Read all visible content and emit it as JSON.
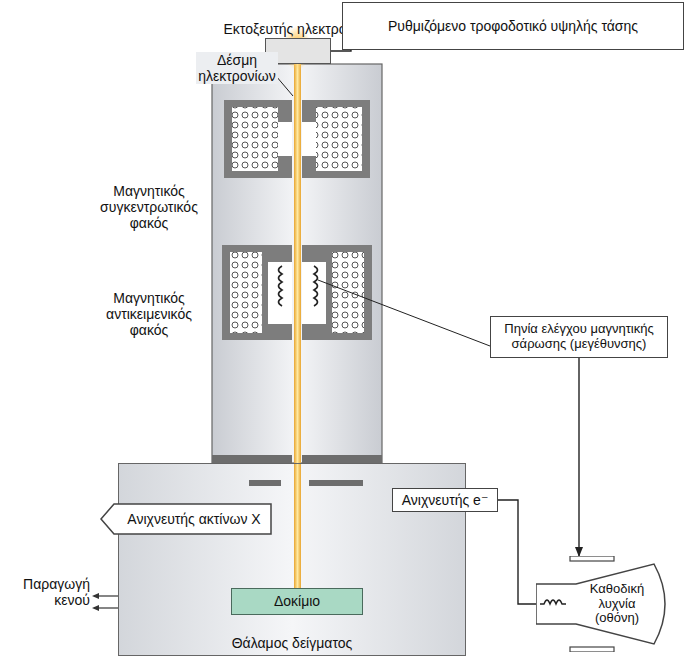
{
  "diagram": {
    "nodes": [
      {
        "text": [
          "Εκτοξευτής ηλεκτρονίων"
        ]
      },
      {
        "text": [
          "Ρυθμιζόμενο τροφοδοτικό υψηλής τάσης"
        ]
      },
      {
        "text": [
          "Πηνία ελέγχου μαγνητικής σάρωσης (μεγέθυνσης)"
        ]
      },
      {
        "text": [
          "Θάλαμος δείγματος"
        ]
      },
      {
        "text": [
          "Ανιχνευτής e⁻"
        ]
      },
      {
        "text": [
          "Ανιχνευτής ακτίνων X"
        ]
      },
      {
        "text": [
          "Δοκίμιο"
        ],
        "in": 3
      },
      {
        "text": [
          "Καθοδική λυχνία (οθόνη)"
        ]
      }
    ],
    "edges": [
      {
        "from": 0,
        "to": 1,
        "arrow": "none"
      },
      {
        "from": 2,
        "to": 7,
        "arrow": "to"
      },
      {
        "from": 4,
        "to": 7,
        "arrow": "none"
      }
    ],
    "labels": [
      "Δέσμη ηλεκτρονίων",
      "Μαγνητικός συγκεντρωτικός φακός",
      "Μαγνητικός αντικειμενικός φακός",
      "Παραγωγή κενού"
    ]
  }
}
